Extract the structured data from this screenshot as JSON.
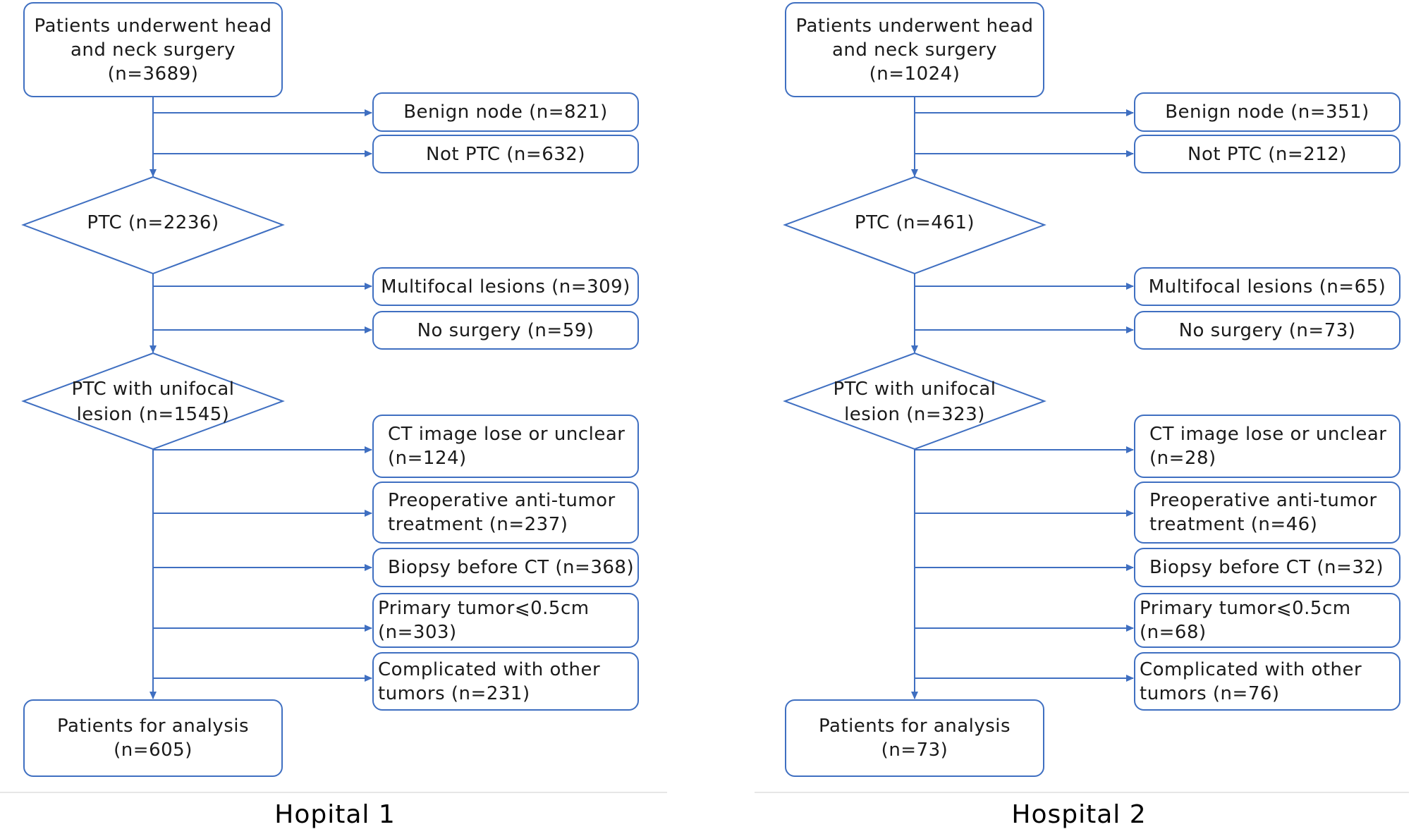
{
  "hospitals": [
    {
      "caption": "Hopital 1",
      "start": [
        "Patients underwent head",
        "and neck surgery",
        "(n=3689)"
      ],
      "excl1": [
        "Benign node (n=821)",
        "Not PTC (n=632)"
      ],
      "ptc": "PTC (n=2236)",
      "excl2": [
        "Multifocal lesions (n=309)",
        "No surgery (n=59)"
      ],
      "unifocal": [
        "PTC with unifocal",
        "lesion (n=1545)"
      ],
      "excl3": [
        [
          "CT image lose or unclear",
          "(n=124)"
        ],
        [
          "Preoperative anti-tumor",
          "treatment (n=237)"
        ],
        [
          "Biopsy before CT (n=368)"
        ],
        [
          "Primary tumor⩽0.5cm",
          "(n=303)"
        ],
        [
          "Complicated with other",
          "tumors (n=231)"
        ]
      ],
      "final": "Patients for analysis (n=605)"
    },
    {
      "caption": "Hospital 2",
      "start": [
        "Patients underwent head",
        "and neck surgery",
        "(n=1024)"
      ],
      "excl1": [
        "Benign node (n=351)",
        "Not PTC (n=212)"
      ],
      "ptc": "PTC (n=461)",
      "excl2": [
        "Multifocal lesions (n=65)",
        "No surgery (n=73)"
      ],
      "unifocal": [
        "PTC with unifocal",
        "lesion (n=323)"
      ],
      "excl3": [
        [
          "CT image lose or unclear",
          "(n=28)"
        ],
        [
          "Preoperative anti-tumor",
          "treatment (n=46)"
        ],
        [
          "Biopsy before CT (n=32)"
        ],
        [
          "Primary tumor⩽0.5cm",
          "(n=68)"
        ],
        [
          "Complicated with other",
          "tumors (n=76)"
        ]
      ],
      "final": "Patients for analysis (n=73)"
    }
  ]
}
